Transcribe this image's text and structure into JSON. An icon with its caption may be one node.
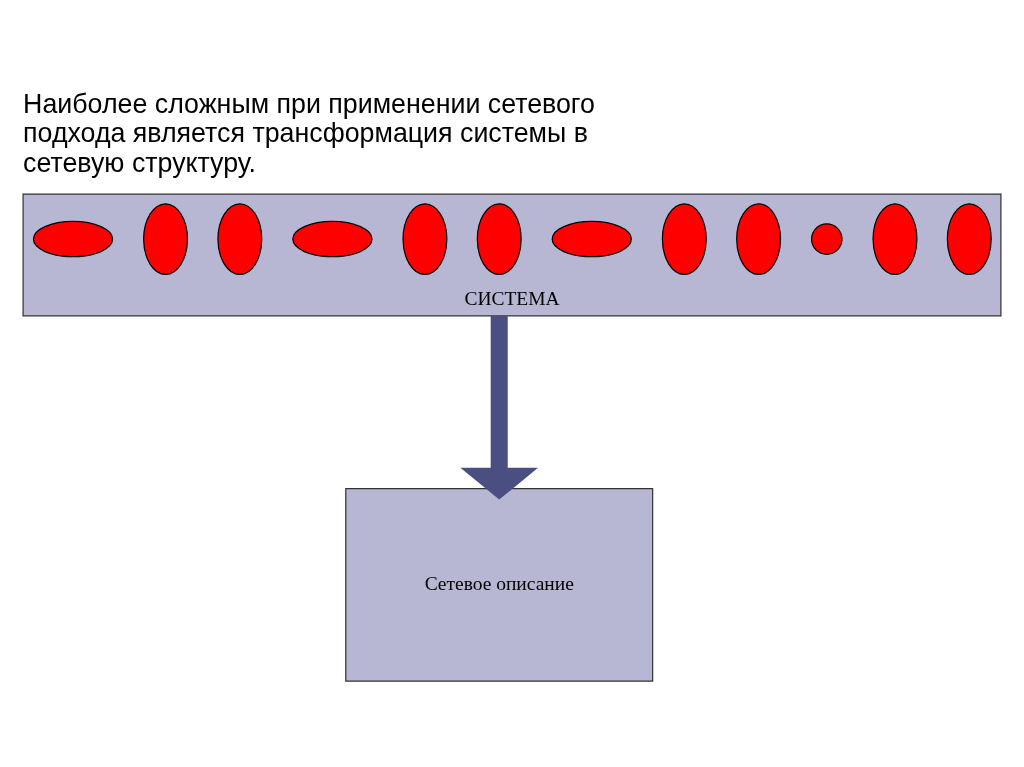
{
  "diagram": {
    "title": "Наиболее сложным при применении сетевого подхода является трансформация системы в сетевую структуру.",
    "nodes": [
      {
        "text": [
          "СИСТЕМА"
        ]
      },
      {
        "text": [],
        "shape": "ellipse",
        "in": 0
      },
      {
        "text": [],
        "shape": "ellipse",
        "in": 0
      },
      {
        "text": [],
        "shape": "circle",
        "in": 0
      },
      {
        "text": [],
        "shape": "ellipse",
        "in": 0
      },
      {
        "text": [],
        "shape": "ellipse",
        "in": 0
      },
      {
        "text": [],
        "shape": "ellipse",
        "in": 0
      },
      {
        "text": [],
        "shape": "ellipse",
        "in": 0
      },
      {
        "text": [],
        "shape": "ellipse",
        "in": 0
      },
      {
        "text": [],
        "shape": "ellipse",
        "in": 0
      },
      {
        "text": [],
        "shape": "ellipse",
        "in": 0
      },
      {
        "text": [],
        "shape": "ellipse",
        "in": 0
      },
      {
        "text": [],
        "shape": "ellipse",
        "in": 0
      },
      {
        "text": [
          "Сетевое описание"
        ]
      }
    ],
    "edges": [
      {
        "from": 0,
        "to": 13,
        "arrow": "to"
      }
    ]
  }
}
